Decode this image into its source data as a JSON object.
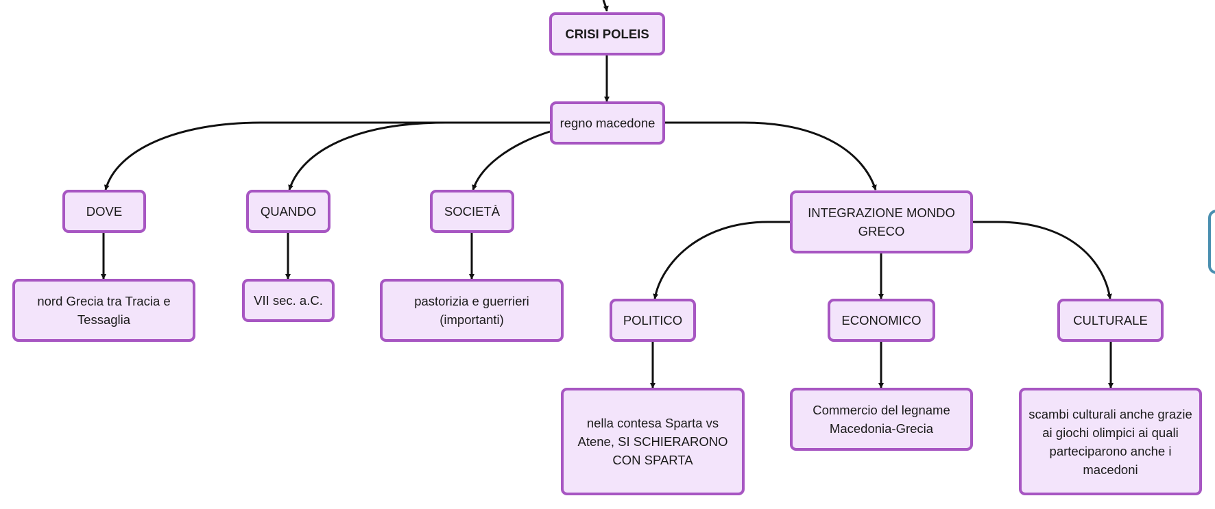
{
  "colors": {
    "node_fill": "#f3e4fb",
    "node_border": "#a756c2",
    "connector": "#111111",
    "side_tab_border": "#4a8fb0"
  },
  "nodes": {
    "crisi_poleis": "CRISI POLEIS",
    "regno_macedone": "regno macedone",
    "dove": "DOVE",
    "quando": "QUANDO",
    "societa": "SOCIETÀ",
    "integrazione": "INTEGRAZIONE MONDO GRECO",
    "dove_detail": "nord Grecia tra Tracia e Tessaglia",
    "quando_detail": "VII sec. a.C.",
    "societa_detail": "pastorizia e guerrieri (importanti)",
    "politico": "POLITICO",
    "economico": "ECONOMICO",
    "culturale": "CULTURALE",
    "politico_detail": "nella contesa Sparta vs Atene, SI SCHIERARONO CON SPARTA",
    "economico_detail": "Commercio del legname Macedonia-Grecia",
    "culturale_detail": "scambi culturali anche grazie ai giochi olimpici ai quali parteciparono anche i macedoni"
  }
}
